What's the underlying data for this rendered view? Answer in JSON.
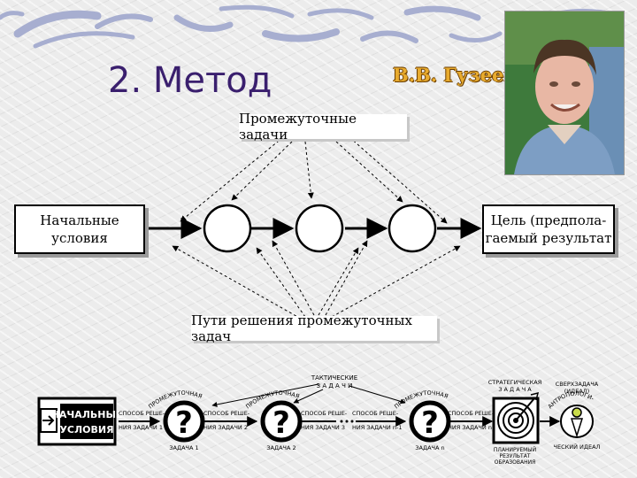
{
  "title": "2. Метод",
  "author": "В.В. Гузеев",
  "photo": "portrait-photo",
  "diagram": {
    "intermediate_tasks": "Промежуточные задачи",
    "start": "Начальные\nусловия",
    "goal": "Цель (предпола-\nгаемый результат",
    "paths": "Пути решения промежуточных задач"
  },
  "strip": {
    "start_line1": "НАЧАЛЬНЫЕ",
    "start_line2": "УСЛОВИЯ",
    "tactical_line1": "ТАКТИЧЕСКИЕ",
    "tactical_line2": "З А Д А Ч И",
    "m1_top": "СПОСОБ РЕШЕ-",
    "m1_bot": "НИЯ ЗАДАЧИ 1",
    "m2_top": "СПОСОБ РЕШЕ-",
    "m2_bot": "НИЯ ЗАДАЧИ 2",
    "m3_top": "СПОСОБ РЕШЕ-",
    "m3_bot": "НИЯ ЗАДАЧИ 3",
    "m4_top": "СПОСОБ РЕШЕ-",
    "m4_bot": "НИЯ ЗАДАЧИ n-1",
    "m5_top": "СПОСОБ РЕШЕ-",
    "m5_bot": "НИЯ ЗАДАЧИ n",
    "arc_top": "ПРОМЕЖУТОЧНАЯ",
    "task1": "ЗАДАЧА 1",
    "task2": "ЗАДАЧА 2",
    "taskn": "ЗАДАЧА n",
    "question_mark": "?",
    "strategic_line1": "СТРАТЕГИЧЕСКАЯ",
    "strategic_line2": "З А Д А Ч А",
    "planned_line1": "ПЛАНИРУЕМЫЙ",
    "planned_line2": "РЕЗУЛЬТАТ",
    "planned_line3": "ОБРАЗОВАНИЯ",
    "supertask_line1": "СВЕРХЗАДАЧА",
    "supertask_line2": "(ИДЕАЛ)",
    "anthropo": "АНТРОПОЛОГИ-",
    "ideal": "ЧЕСКИЙ ИДЕАЛ"
  }
}
